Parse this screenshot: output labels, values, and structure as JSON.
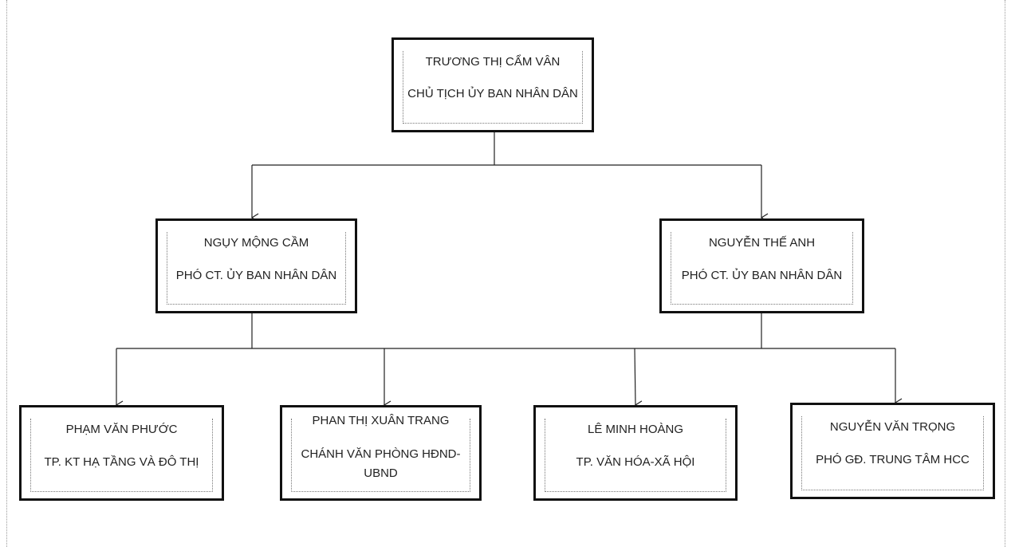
{
  "chart": {
    "top": {
      "name": "TRƯƠNG THỊ CẨM VÂN",
      "title": "CHỦ TỊCH ỦY BAN NHÂN DÂN"
    },
    "deputies": [
      {
        "name": "NGỤY MỘNG CẦM",
        "title": "PHÓ CT.  ỦY BAN NHÂN DÂN"
      },
      {
        "name": "NGUYỄN THẾ ANH",
        "title": "PHÓ CT. ỦY BAN NHÂN DÂN"
      }
    ],
    "staff": [
      {
        "name": "PHẠM VĂN PHƯỚC",
        "title": "TP. KT HẠ TẦNG VÀ ĐÔ THỊ"
      },
      {
        "name": "PHAN THỊ XUÂN TRANG",
        "title": "CHÁNH VĂN PHÒNG HĐND-UBND"
      },
      {
        "name": "LÊ MINH HOÀNG",
        "title": "TP. VĂN HÓA-XÃ HỘI"
      },
      {
        "name": "NGUYỄN VĂN TRỌNG",
        "title": "PHÓ GĐ. TRUNG TÂM HCC"
      }
    ]
  }
}
